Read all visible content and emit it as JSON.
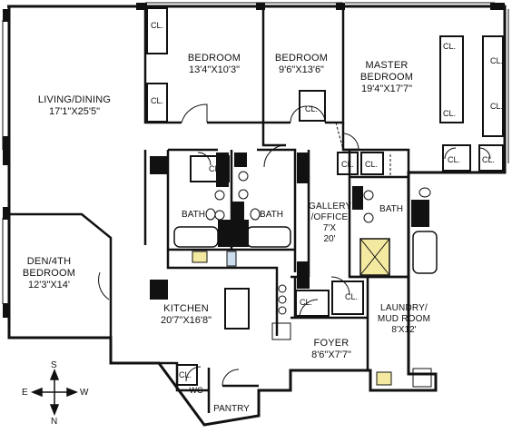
{
  "rooms": {
    "living": {
      "name": "LIVING/DINING",
      "dim": "17'1\"X25'5\""
    },
    "bedroom1": {
      "name": "BEDROOM",
      "dim": "13'4\"X10'3\""
    },
    "bedroom2": {
      "name": "BEDROOM",
      "dim": "9'6\"X13'6\""
    },
    "master": {
      "name_line1": "MASTER",
      "name_line2": "BEDROOM",
      "dim": "19'4\"X17'7\""
    },
    "den": {
      "name_line1": "DEN/4TH",
      "name_line2": "BEDROOM",
      "dim": "12'3\"X14'"
    },
    "gallery": {
      "name_line1": "GALLERY",
      "name_line2": "/OFFICE",
      "dim_line1": "7'X",
      "dim_line2": "20'"
    },
    "kitchen": {
      "name": "KITCHEN",
      "dim": "20'7\"X16'8\""
    },
    "foyer": {
      "name": "FOYER",
      "dim": "8'6\"X7'7\""
    },
    "laundry": {
      "name_line1": "LAUNDRY/",
      "name_line2": "MUD ROOM",
      "dim": "8'X12'"
    },
    "bath1": {
      "name": "BATH"
    },
    "bath2": {
      "name": "BATH"
    },
    "bath3": {
      "name": "BATH"
    },
    "wc": {
      "name": "WC"
    },
    "pantry": {
      "name": "PANTRY"
    }
  },
  "closet_label": "CL.",
  "compass": {
    "north": "N",
    "south": "S",
    "east": "E",
    "west": "W"
  }
}
